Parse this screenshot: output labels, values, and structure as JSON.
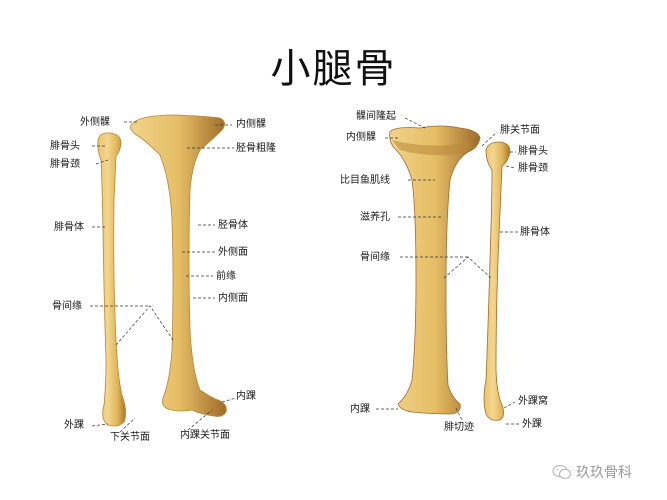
{
  "title": "小腿骨",
  "colors": {
    "bone_light": "#F0D084",
    "bone_mid": "#E2B85C",
    "bone_dark": "#B8873A",
    "bone_shadow": "#8A5A22",
    "leader_line": "#333333"
  },
  "left_view": {
    "labels": {
      "lateral_condyle": "外侧髁",
      "medial_condyle": "内侧髁",
      "fibula_head": "腓骨头",
      "fibula_neck": "腓骨颈",
      "tibial_tuberosity": "胫骨粗隆",
      "fibula_body": "腓骨体",
      "tibia_body": "胫骨体",
      "lateral_surface": "外侧面",
      "anterior_border": "前缘",
      "medial_surface": "内侧面",
      "interosseous_border": "骨间缘",
      "medial_malleolus": "内踝",
      "lateral_malleolus": "外踝",
      "inferior_articular_surface": "下关节面",
      "medial_malleolar_articular_surface": "内踝关节面"
    }
  },
  "right_view": {
    "labels": {
      "intercondylar_eminence": "髁间隆起",
      "medial_condyle": "内侧髁",
      "fibular_articular_surface": "腓关节面",
      "fibula_head": "腓骨头",
      "fibula_neck": "腓骨颈",
      "soleal_line": "比目鱼肌线",
      "nutrient_foramen": "滋养孔",
      "fibula_body": "腓骨体",
      "interosseous_border": "骨间缘",
      "medial_malleolus": "内踝",
      "fibular_notch": "腓切迹",
      "lateral_malleolar_fossa": "外踝窝",
      "lateral_malleolus": "外踝"
    }
  },
  "watermark": {
    "icon": "wechat-icon",
    "text": "玖玖骨科"
  }
}
